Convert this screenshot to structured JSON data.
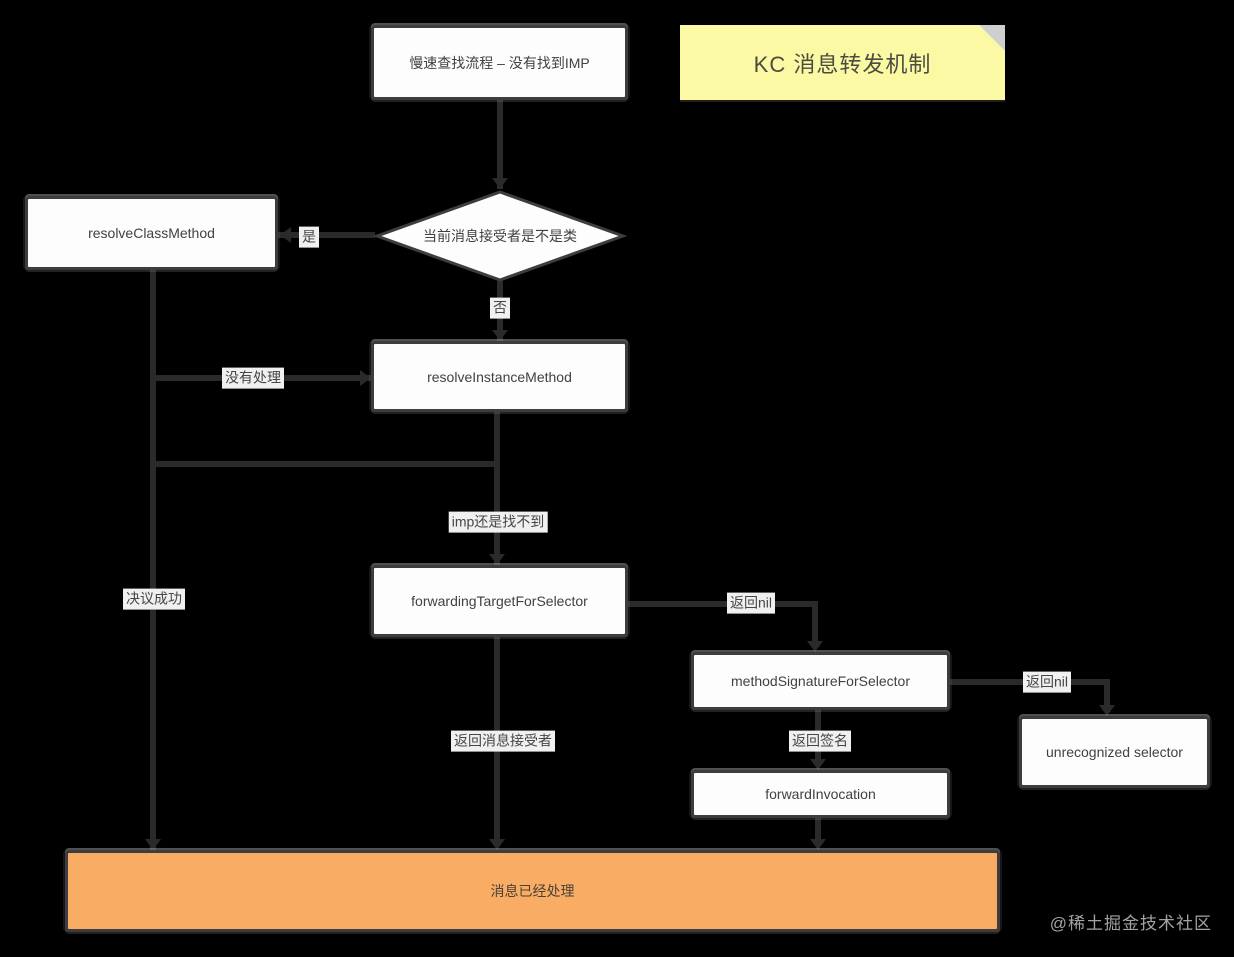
{
  "title_note": {
    "text": "KC 消息转发机制"
  },
  "nodes": {
    "slow_lookup": {
      "label": "慢速查找流程 – 没有找到IMP"
    },
    "resolve_class": {
      "label": "resolveClassMethod"
    },
    "receiver_is_class": {
      "label": "当前消息接受者是不是类"
    },
    "resolve_instance": {
      "label": "resolveInstanceMethod"
    },
    "forwarding_target": {
      "label": "forwardingTargetForSelector"
    },
    "method_signature": {
      "label": "methodSignatureForSelector"
    },
    "unrecognized_selector": {
      "label": "unrecognized selector"
    },
    "forward_invocation": {
      "label": "forwardInvocation"
    },
    "message_handled": {
      "label": "消息已经处理"
    }
  },
  "edge_labels": {
    "yes": "是",
    "no": "否",
    "not_handled": "没有处理",
    "imp_still_not_found": "imp还是找不到",
    "resolution_success": "决议成功",
    "return_nil_to_signature": "返回nil",
    "return_nil_to_unrecognized": "返回nil",
    "return_signature": "返回签名",
    "return_message_receiver": "返回消息接受者"
  },
  "watermark": "@稀土掘金技术社区",
  "colors": {
    "background": "#000000",
    "connector": "#2a2a2c",
    "node_fill": "#fdfdfd",
    "node_border": "#3d3d3f",
    "node_text": "#414144",
    "note_fill": "#fbf9a4",
    "note_fold": "#cfcfcf",
    "handled_fill": "#f8ac64",
    "label_chip_bg": "#f0f0f0",
    "watermark_text": "#a3a3a3"
  }
}
